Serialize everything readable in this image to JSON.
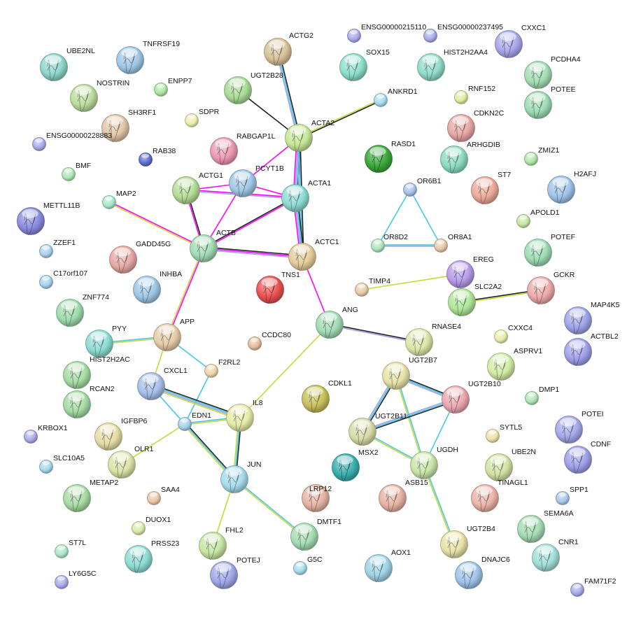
{
  "colors": {
    "edge_experiments": "#ff00ff",
    "edge_databases": "#46c8e6",
    "edge_textmining": "#c8d838",
    "edge_coexpression": "#222222",
    "edge_homology": "#a0a0e8"
  },
  "nodes": [
    {
      "id": "UBE2NL",
      "color": "#8ed6cc",
      "big": true
    },
    {
      "id": "TNFRSF19",
      "color": "#9ec8e6",
      "big": true
    },
    {
      "id": "ACTG2",
      "color": "#d8c29a",
      "big": true
    },
    {
      "id": "ENSG00000215110",
      "color": "#aaaaea",
      "big": false
    },
    {
      "id": "ENSG00000237495",
      "color": "#aaaaea",
      "big": false
    },
    {
      "id": "CXXC1",
      "color": "#a8a8ea",
      "big": true
    },
    {
      "id": "NOSTRIN",
      "color": "#bcdc9e",
      "big": true
    },
    {
      "id": "ENPP7",
      "color": "#aee6a6",
      "big": false
    },
    {
      "id": "UGT2B28",
      "color": "#a8dc96",
      "big": true
    },
    {
      "id": "SOX15",
      "color": "#8ee0cc",
      "big": true
    },
    {
      "id": "HIST2H2AA4",
      "color": "#92dccc",
      "big": true
    },
    {
      "id": "PCDHA4",
      "color": "#a4deb4",
      "big": true
    },
    {
      "id": "ANKRD1",
      "color": "#a6dcec",
      "big": false
    },
    {
      "id": "RNF152",
      "color": "#dcec9e",
      "big": false
    },
    {
      "id": "POTEE",
      "color": "#9edcb4",
      "big": true
    },
    {
      "id": "SH3RF1",
      "color": "#e2c6a8",
      "big": true
    },
    {
      "id": "SDPR",
      "color": "#ececac",
      "big": false
    },
    {
      "id": "CDKN2C",
      "color": "#e6a8a4",
      "big": true
    },
    {
      "id": "ENSG00000228883",
      "color": "#aaaaea",
      "big": false
    },
    {
      "id": "RABGAP1L",
      "color": "#ec9ab2",
      "big": true
    },
    {
      "id": "ACTA2",
      "color": "#c8e696",
      "big": true
    },
    {
      "id": "RAB38",
      "color": "#5c6cd2",
      "big": false
    },
    {
      "id": "RASD1",
      "color": "#3aa83a",
      "big": true
    },
    {
      "id": "ARHGDIB",
      "color": "#8edcc0",
      "big": true
    },
    {
      "id": "ZMIZ1",
      "color": "#aee6a6",
      "big": false
    },
    {
      "id": "BMF",
      "color": "#aee6b4",
      "big": false
    },
    {
      "id": "ACTG1",
      "color": "#b4dc96",
      "big": true
    },
    {
      "id": "PCYT1B",
      "color": "#9ec8e6",
      "big": true
    },
    {
      "id": "ACTA1",
      "color": "#8edcd4",
      "big": true
    },
    {
      "id": "OR6B1",
      "color": "#aac0ea",
      "big": false
    },
    {
      "id": "ST7",
      "color": "#ecaa9a",
      "big": true
    },
    {
      "id": "H2AFJ",
      "color": "#a0c4ea",
      "big": true
    },
    {
      "id": "MAP2",
      "color": "#a8e6c8",
      "big": false
    },
    {
      "id": "METTL11B",
      "color": "#8a8ae0",
      "big": true
    },
    {
      "id": "APOLD1",
      "color": "#c8e6a4",
      "big": false
    },
    {
      "id": "ZZEF1",
      "color": "#a6d0ec",
      "big": false
    },
    {
      "id": "ACTB",
      "color": "#a2dcb4",
      "big": true
    },
    {
      "id": "OR8D2",
      "color": "#aee6c0",
      "big": false
    },
    {
      "id": "OR8A1",
      "color": "#e6c8a8",
      "big": false
    },
    {
      "id": "GADD45G",
      "color": "#e6a8a4",
      "big": true
    },
    {
      "id": "ACTC1",
      "color": "#e6cc9a",
      "big": true
    },
    {
      "id": "POTEF",
      "color": "#9edcb4",
      "big": true
    },
    {
      "id": "C17orf107",
      "color": "#a6d0ec",
      "big": false
    },
    {
      "id": "INHBA",
      "color": "#9ec8e6",
      "big": true
    },
    {
      "id": "TNS1",
      "color": "#ec5050",
      "big": true
    },
    {
      "id": "EREG",
      "color": "#b89aea",
      "big": true
    },
    {
      "id": "TIMP4",
      "color": "#e6cca8",
      "big": false
    },
    {
      "id": "GCKR",
      "color": "#ecaaa8",
      "big": true
    },
    {
      "id": "SLC2A2",
      "color": "#b0e69a",
      "big": true
    },
    {
      "id": "ZNF774",
      "color": "#9edcac",
      "big": true
    },
    {
      "id": "MAP4K5",
      "color": "#a0a4ea",
      "big": true
    },
    {
      "id": "ACTBL2",
      "color": "#a0a0ea",
      "big": true
    },
    {
      "id": "PYY",
      "color": "#8edcd4",
      "big": true
    },
    {
      "id": "APP",
      "color": "#e6cca8",
      "big": true
    },
    {
      "id": "ANG",
      "color": "#a2dcb4",
      "big": true
    },
    {
      "id": "RNASE4",
      "color": "#dce6a8",
      "big": true
    },
    {
      "id": "CCDC80",
      "color": "#e6bc9c",
      "big": false
    },
    {
      "id": "CXXC4",
      "color": "#e6eca8",
      "big": false
    },
    {
      "id": "ASPRV1",
      "color": "#d2eca4",
      "big": true
    },
    {
      "id": "HIST2H2AC",
      "color": "#a6dca4",
      "big": true
    },
    {
      "id": "F2RL2",
      "color": "#ecd4a8",
      "big": false
    },
    {
      "id": "CXCL1",
      "color": "#a8c0ea",
      "big": true
    },
    {
      "id": "UGT2B7",
      "color": "#e6e2a8",
      "big": true
    },
    {
      "id": "CDKL1",
      "color": "#c8c05a",
      "big": true
    },
    {
      "id": "UGT2B10",
      "color": "#eca8b2",
      "big": true
    },
    {
      "id": "DMP1",
      "color": "#aee6b4",
      "big": false
    },
    {
      "id": "RCAN2",
      "color": "#a6dca4",
      "big": true
    },
    {
      "id": "IL8",
      "color": "#e6eca8",
      "big": true
    },
    {
      "id": "EDN1",
      "color": "#a6d0ec",
      "big": false
    },
    {
      "id": "IGFBP6",
      "color": "#e6dca4",
      "big": true
    },
    {
      "id": "UGT2B11",
      "color": "#d8dca8",
      "big": true
    },
    {
      "id": "SYTL5",
      "color": "#ece2a8",
      "big": false
    },
    {
      "id": "POTEI",
      "color": "#a4a8ea",
      "big": true
    },
    {
      "id": "KRBOX1",
      "color": "#aaaaea",
      "big": false
    },
    {
      "id": "CDNF",
      "color": "#a0a0ea",
      "big": true
    },
    {
      "id": "SLC10A5",
      "color": "#a6d6ec",
      "big": false
    },
    {
      "id": "OLR1",
      "color": "#dce4a8",
      "big": true
    },
    {
      "id": "MSX2",
      "color": "#3aaeae",
      "big": true
    },
    {
      "id": "UGDH",
      "color": "#c8e6a8",
      "big": true
    },
    {
      "id": "UBE2N",
      "color": "#d2e2a4",
      "big": true
    },
    {
      "id": "JUN",
      "color": "#a6dcec",
      "big": true
    },
    {
      "id": "LRP12",
      "color": "#e6b4a4",
      "big": true
    },
    {
      "id": "METAP2",
      "color": "#a8dca4",
      "big": true
    },
    {
      "id": "SAA4",
      "color": "#ecc4a8",
      "big": false
    },
    {
      "id": "ASB15",
      "color": "#e6b4a4",
      "big": true
    },
    {
      "id": "TINAGL1",
      "color": "#ecb4a8",
      "big": true
    },
    {
      "id": "SPP1",
      "color": "#a6c8ec",
      "big": false
    },
    {
      "id": "DUOX1",
      "color": "#d8eca8",
      "big": false
    },
    {
      "id": "SEMA6A",
      "color": "#a4dcb4",
      "big": true
    },
    {
      "id": "FHL2",
      "color": "#c8e6a4",
      "big": true
    },
    {
      "id": "DMTF1",
      "color": "#a6dcb4",
      "big": true
    },
    {
      "id": "ST7L",
      "color": "#aee6c8",
      "big": false
    },
    {
      "id": "PRSS23",
      "color": "#8edcd4",
      "big": true
    },
    {
      "id": "UGT2B4",
      "color": "#e6e2a8",
      "big": true
    },
    {
      "id": "CNR1",
      "color": "#a0e0d8",
      "big": true
    },
    {
      "id": "AOX1",
      "color": "#a0d4e6",
      "big": true
    },
    {
      "id": "G5C",
      "color": "#a6dcec",
      "big": false
    },
    {
      "id": "LY6G5C",
      "color": "#aaaaea",
      "big": false
    },
    {
      "id": "POTEJ",
      "color": "#a0a8ea",
      "big": true
    },
    {
      "id": "DNAJC6",
      "color": "#a0c4ea",
      "big": true
    },
    {
      "id": "FAM71F2",
      "color": "#aaaaea",
      "big": false
    }
  ],
  "edges": [
    {
      "a": "ACTG2",
      "b": "ACTA2",
      "types": [
        "coexpression",
        "databases",
        "homology"
      ]
    },
    {
      "a": "UGT2B28",
      "b": "ACTA2",
      "types": [
        "coexpression"
      ]
    },
    {
      "a": "ANKRD1",
      "b": "ACTA2",
      "types": [
        "coexpression",
        "textmining"
      ]
    },
    {
      "a": "ACTA2",
      "b": "ACTA1",
      "types": [
        "coexpression",
        "databases",
        "homology",
        "experiments"
      ]
    },
    {
      "a": "ACTA2",
      "b": "ACTC1",
      "types": [
        "coexpression",
        "databases",
        "homology"
      ]
    },
    {
      "a": "ACTA2",
      "b": "PCYT1B",
      "types": [
        "experiments"
      ]
    },
    {
      "a": "ACTA1",
      "b": "ACTC1",
      "types": [
        "coexpression",
        "databases",
        "homology",
        "experiments"
      ]
    },
    {
      "a": "ACTG1",
      "b": "ACTA1",
      "types": [
        "experiments",
        "homology"
      ]
    },
    {
      "a": "ACTG1",
      "b": "ACTB",
      "types": [
        "coexpression",
        "experiments"
      ]
    },
    {
      "a": "ACTG1",
      "b": "PCYT1B",
      "types": [
        "experiments"
      ]
    },
    {
      "a": "PCYT1B",
      "b": "ACTA1",
      "types": [
        "experiments"
      ]
    },
    {
      "a": "PCYT1B",
      "b": "ACTB",
      "types": [
        "experiments"
      ]
    },
    {
      "a": "ACTB",
      "b": "ACTA1",
      "types": [
        "coexpression",
        "experiments"
      ]
    },
    {
      "a": "ACTB",
      "b": "ACTC1",
      "types": [
        "coexpression",
        "experiments",
        "homology"
      ]
    },
    {
      "a": "MAP2",
      "b": "ACTB",
      "types": [
        "experiments",
        "textmining"
      ]
    },
    {
      "a": "ACTB",
      "b": "APP",
      "types": [
        "experiments",
        "textmining"
      ]
    },
    {
      "a": "ACTC1",
      "b": "ANG",
      "types": [
        "experiments"
      ]
    },
    {
      "a": "OR6B1",
      "b": "OR8D2",
      "types": [
        "databases"
      ]
    },
    {
      "a": "OR6B1",
      "b": "OR8A1",
      "types": [
        "databases"
      ]
    },
    {
      "a": "OR8D2",
      "b": "OR8A1",
      "types": [
        "databases",
        "homology"
      ]
    },
    {
      "a": "TIMP4",
      "b": "EREG",
      "types": [
        "textmining"
      ]
    },
    {
      "a": "SLC2A2",
      "b": "GCKR",
      "types": [
        "coexpression",
        "textmining"
      ]
    },
    {
      "a": "EREG",
      "b": "SLC2A2",
      "types": [
        "textmining"
      ]
    },
    {
      "a": "ANG",
      "b": "RNASE4",
      "types": [
        "coexpression",
        "homology"
      ]
    },
    {
      "a": "ANG",
      "b": "IL8",
      "types": [
        "textmining"
      ]
    },
    {
      "a": "PYY",
      "b": "APP",
      "types": [
        "databases",
        "textmining"
      ]
    },
    {
      "a": "APP",
      "b": "CXCL1",
      "types": [
        "textmining"
      ]
    },
    {
      "a": "APP",
      "b": "F2RL2",
      "types": [
        "databases"
      ]
    },
    {
      "a": "F2RL2",
      "b": "EDN1",
      "types": [
        "databases"
      ]
    },
    {
      "a": "CXCL1",
      "b": "IL8",
      "types": [
        "coexpression",
        "databases",
        "homology",
        "textmining"
      ]
    },
    {
      "a": "CXCL1",
      "b": "EDN1",
      "types": [
        "databases"
      ]
    },
    {
      "a": "EDN1",
      "b": "IL8",
      "types": [
        "databases",
        "textmining"
      ]
    },
    {
      "a": "EDN1",
      "b": "JUN",
      "types": [
        "coexpression",
        "databases",
        "textmining"
      ]
    },
    {
      "a": "IL8",
      "b": "JUN",
      "types": [
        "coexpression",
        "databases",
        "textmining"
      ]
    },
    {
      "a": "OLR1",
      "b": "EDN1",
      "types": [
        "textmining"
      ]
    },
    {
      "a": "JUN",
      "b": "FHL2",
      "types": [
        "textmining"
      ]
    },
    {
      "a": "JUN",
      "b": "DMTF1",
      "types": [
        "databases",
        "textmining"
      ]
    },
    {
      "a": "UGT2B7",
      "b": "UGT2B10",
      "types": [
        "coexpression",
        "databases",
        "homology"
      ]
    },
    {
      "a": "UGT2B7",
      "b": "UGT2B11",
      "types": [
        "coexpression",
        "databases",
        "homology"
      ]
    },
    {
      "a": "UGT2B7",
      "b": "UGDH",
      "types": [
        "databases",
        "textmining"
      ]
    },
    {
      "a": "UGT2B10",
      "b": "UGT2B11",
      "types": [
        "coexpression",
        "databases",
        "homology"
      ]
    },
    {
      "a": "UGT2B10",
      "b": "UGDH",
      "types": [
        "databases"
      ]
    },
    {
      "a": "UGT2B11",
      "b": "UGDH",
      "types": [
        "databases",
        "textmining"
      ]
    },
    {
      "a": "UGDH",
      "b": "UGT2B4",
      "types": [
        "databases",
        "textmining"
      ]
    }
  ]
}
